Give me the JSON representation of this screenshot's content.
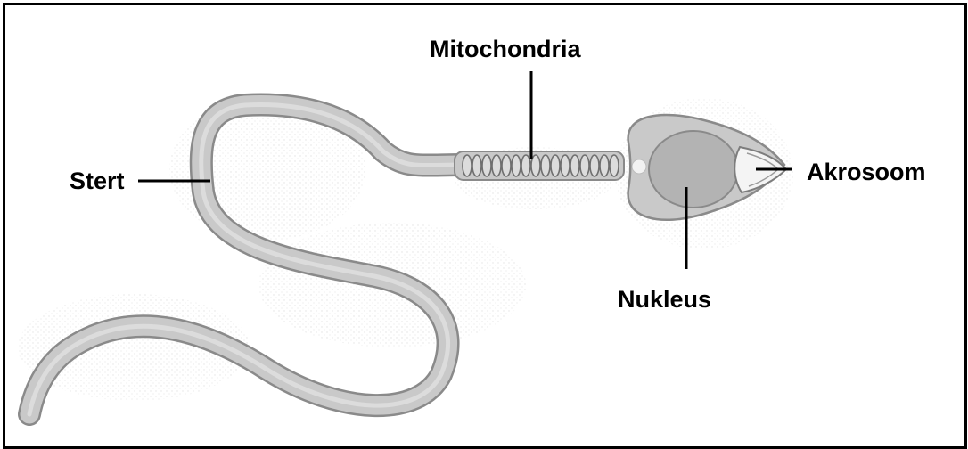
{
  "labels": {
    "mitochondria": "Mitochondria",
    "tail": "Stert",
    "acrosome": "Akrosoom",
    "nucleus": "Nukleus"
  },
  "colors": {
    "border": "#000000",
    "cell_fill": "#c9c9c9",
    "cell_outline": "#8a8a8a",
    "nucleus_fill": "#b3b3b3",
    "leader_line": "#000000",
    "background": "#ffffff"
  }
}
